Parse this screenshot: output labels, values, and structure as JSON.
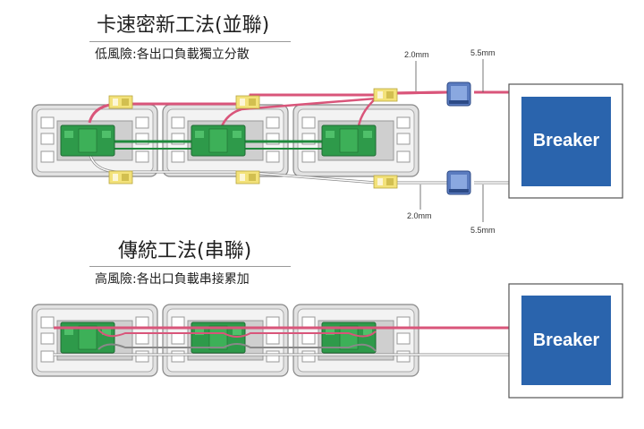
{
  "parallel": {
    "title": "卡速密新工法(並聯)",
    "subtitle": "低風險:各出口負載獨立分散",
    "wire_top_label": "2.0mm",
    "wire_top_label2": "5.5mm",
    "wire_bottom_label": "2.0mm",
    "wire_bottom_label2": "5.5mm",
    "breaker_label": "Breaker"
  },
  "series": {
    "title": "傳統工法(串聯)",
    "subtitle": "高風險:各出口負載串接累加",
    "breaker_label": "Breaker"
  },
  "colors": {
    "breaker_blue": "#2a64ad",
    "wire_red": "#d9557a",
    "pcb_green": "#2e9a4a",
    "connector_yellow": "#f3e27a",
    "outlet_gray": "#d8d8d8"
  }
}
